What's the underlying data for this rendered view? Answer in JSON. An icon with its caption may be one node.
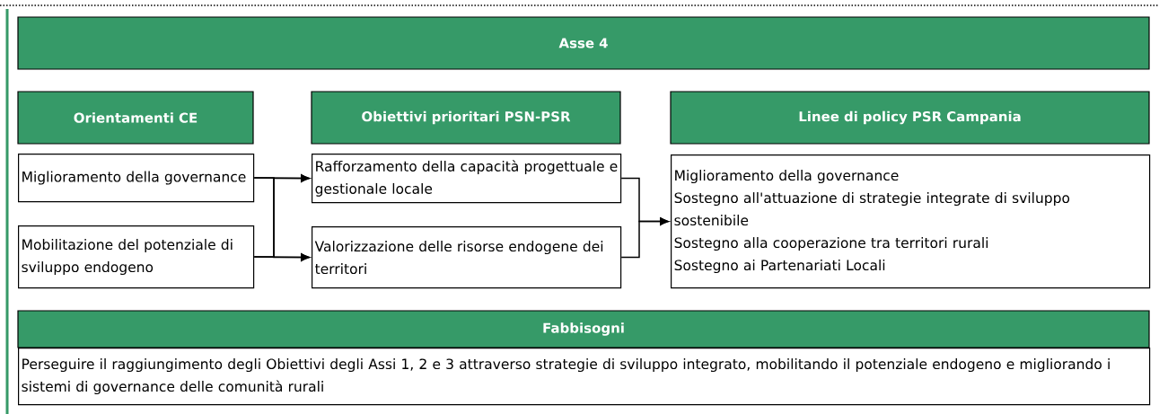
{
  "diagram": {
    "nodes": [
      {
        "text": [
          "Asse 4"
        ]
      },
      {
        "text": [
          "Orientamenti CE"
        ]
      },
      {
        "text": [
          "Obiettivi prioritari PSN-PSR"
        ]
      },
      {
        "text": [
          "Linee di policy PSR Campania"
        ]
      },
      {
        "text": [
          "Miglioramento della governance"
        ]
      },
      {
        "text": [
          "Mobilitazione del potenziale di sviluppo endogeno"
        ]
      },
      {
        "text": [
          "Rafforzamento della capacità progettuale e gestionale locale"
        ]
      },
      {
        "text": [
          "Valorizzazione delle risorse endogene dei territori"
        ]
      },
      {
        "text": [
          "Miglioramento della governance",
          "Sostegno all'attuazione di strategie integrate di sviluppo sostenibile",
          "Sostegno alla cooperazione tra territori rurali",
          "Sostegno ai Partenariati Locali"
        ]
      },
      {
        "text": [
          "Fabbisogni"
        ]
      },
      {
        "text": [
          "Perseguire il raggiungimento degli Obiettivi degli Assi 1, 2 e 3 attraverso strategie di sviluppo integrato, mobilitando il potenziale endogeno e migliorando i sistemi di governance delle comunità rurali"
        ]
      }
    ],
    "edges": [
      {
        "from": 4,
        "to": 6,
        "arrow": "to"
      },
      {
        "from": 4,
        "to": 7,
        "arrow": "to"
      },
      {
        "from": 5,
        "to": 6,
        "arrow": "to"
      },
      {
        "from": 5,
        "to": 7,
        "arrow": "to"
      },
      {
        "from": 6,
        "to": 8,
        "arrow": "to"
      },
      {
        "from": 7,
        "to": 8,
        "arrow": "to"
      }
    ]
  }
}
